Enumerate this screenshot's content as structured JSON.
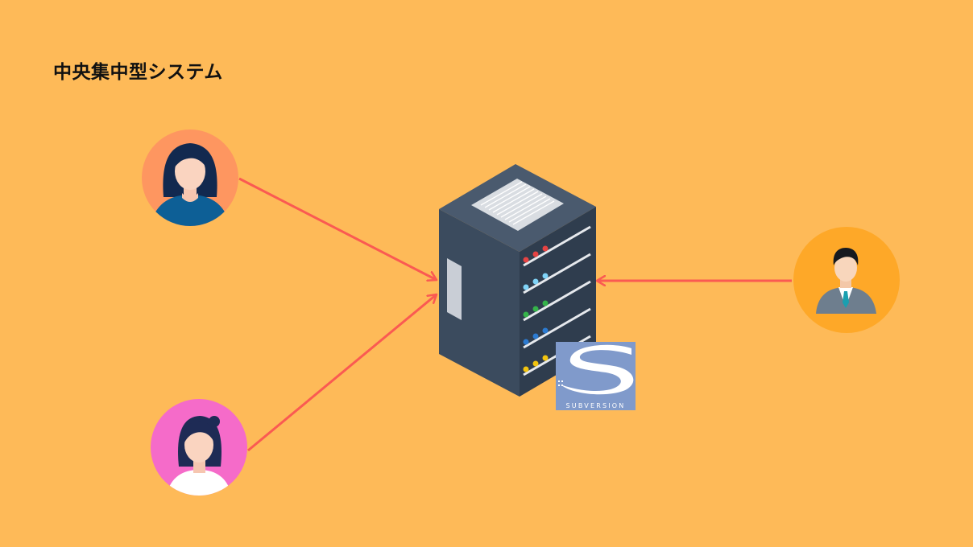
{
  "title": "中央集中型システム",
  "colors": {
    "background": "#FEBA58",
    "arrow": "#FA5A52",
    "server_body": "#3B4B5E",
    "server_side": "#2F3D4E",
    "avatar_top_left_bg": "#FE9660",
    "avatar_bottom_left_bg": "#F56BC9",
    "avatar_right_bg": "#FEA828",
    "svn_logo_bg": "#809ACB"
  },
  "server_leds": [
    {
      "colors": [
        "#E54343",
        "#E54343",
        "#E54343"
      ]
    },
    {
      "colors": [
        "#7FD3F7",
        "#7FD3F7",
        "#7FD3F7"
      ]
    },
    {
      "colors": [
        "#35B34A",
        "#35B34A",
        "#35B34A"
      ]
    },
    {
      "colors": [
        "#2C7BD1",
        "#2C7BD1",
        "#2C7BD1"
      ]
    },
    {
      "colors": [
        "#F2C40F",
        "#F2C40F",
        "#F2C40F"
      ]
    }
  ],
  "svn_logo": {
    "label": "SUBVERSION"
  },
  "nodes": [
    {
      "id": "client-top-left",
      "icon": "woman-avatar-icon"
    },
    {
      "id": "client-bottom-left",
      "icon": "woman-avatar-icon"
    },
    {
      "id": "client-right",
      "icon": "businessman-avatar-icon"
    },
    {
      "id": "central-server",
      "icon": "server-rack-icon"
    }
  ],
  "edges": [
    {
      "from": "client-top-left",
      "to": "central-server"
    },
    {
      "from": "client-bottom-left",
      "to": "central-server"
    },
    {
      "from": "client-right",
      "to": "central-server"
    }
  ]
}
